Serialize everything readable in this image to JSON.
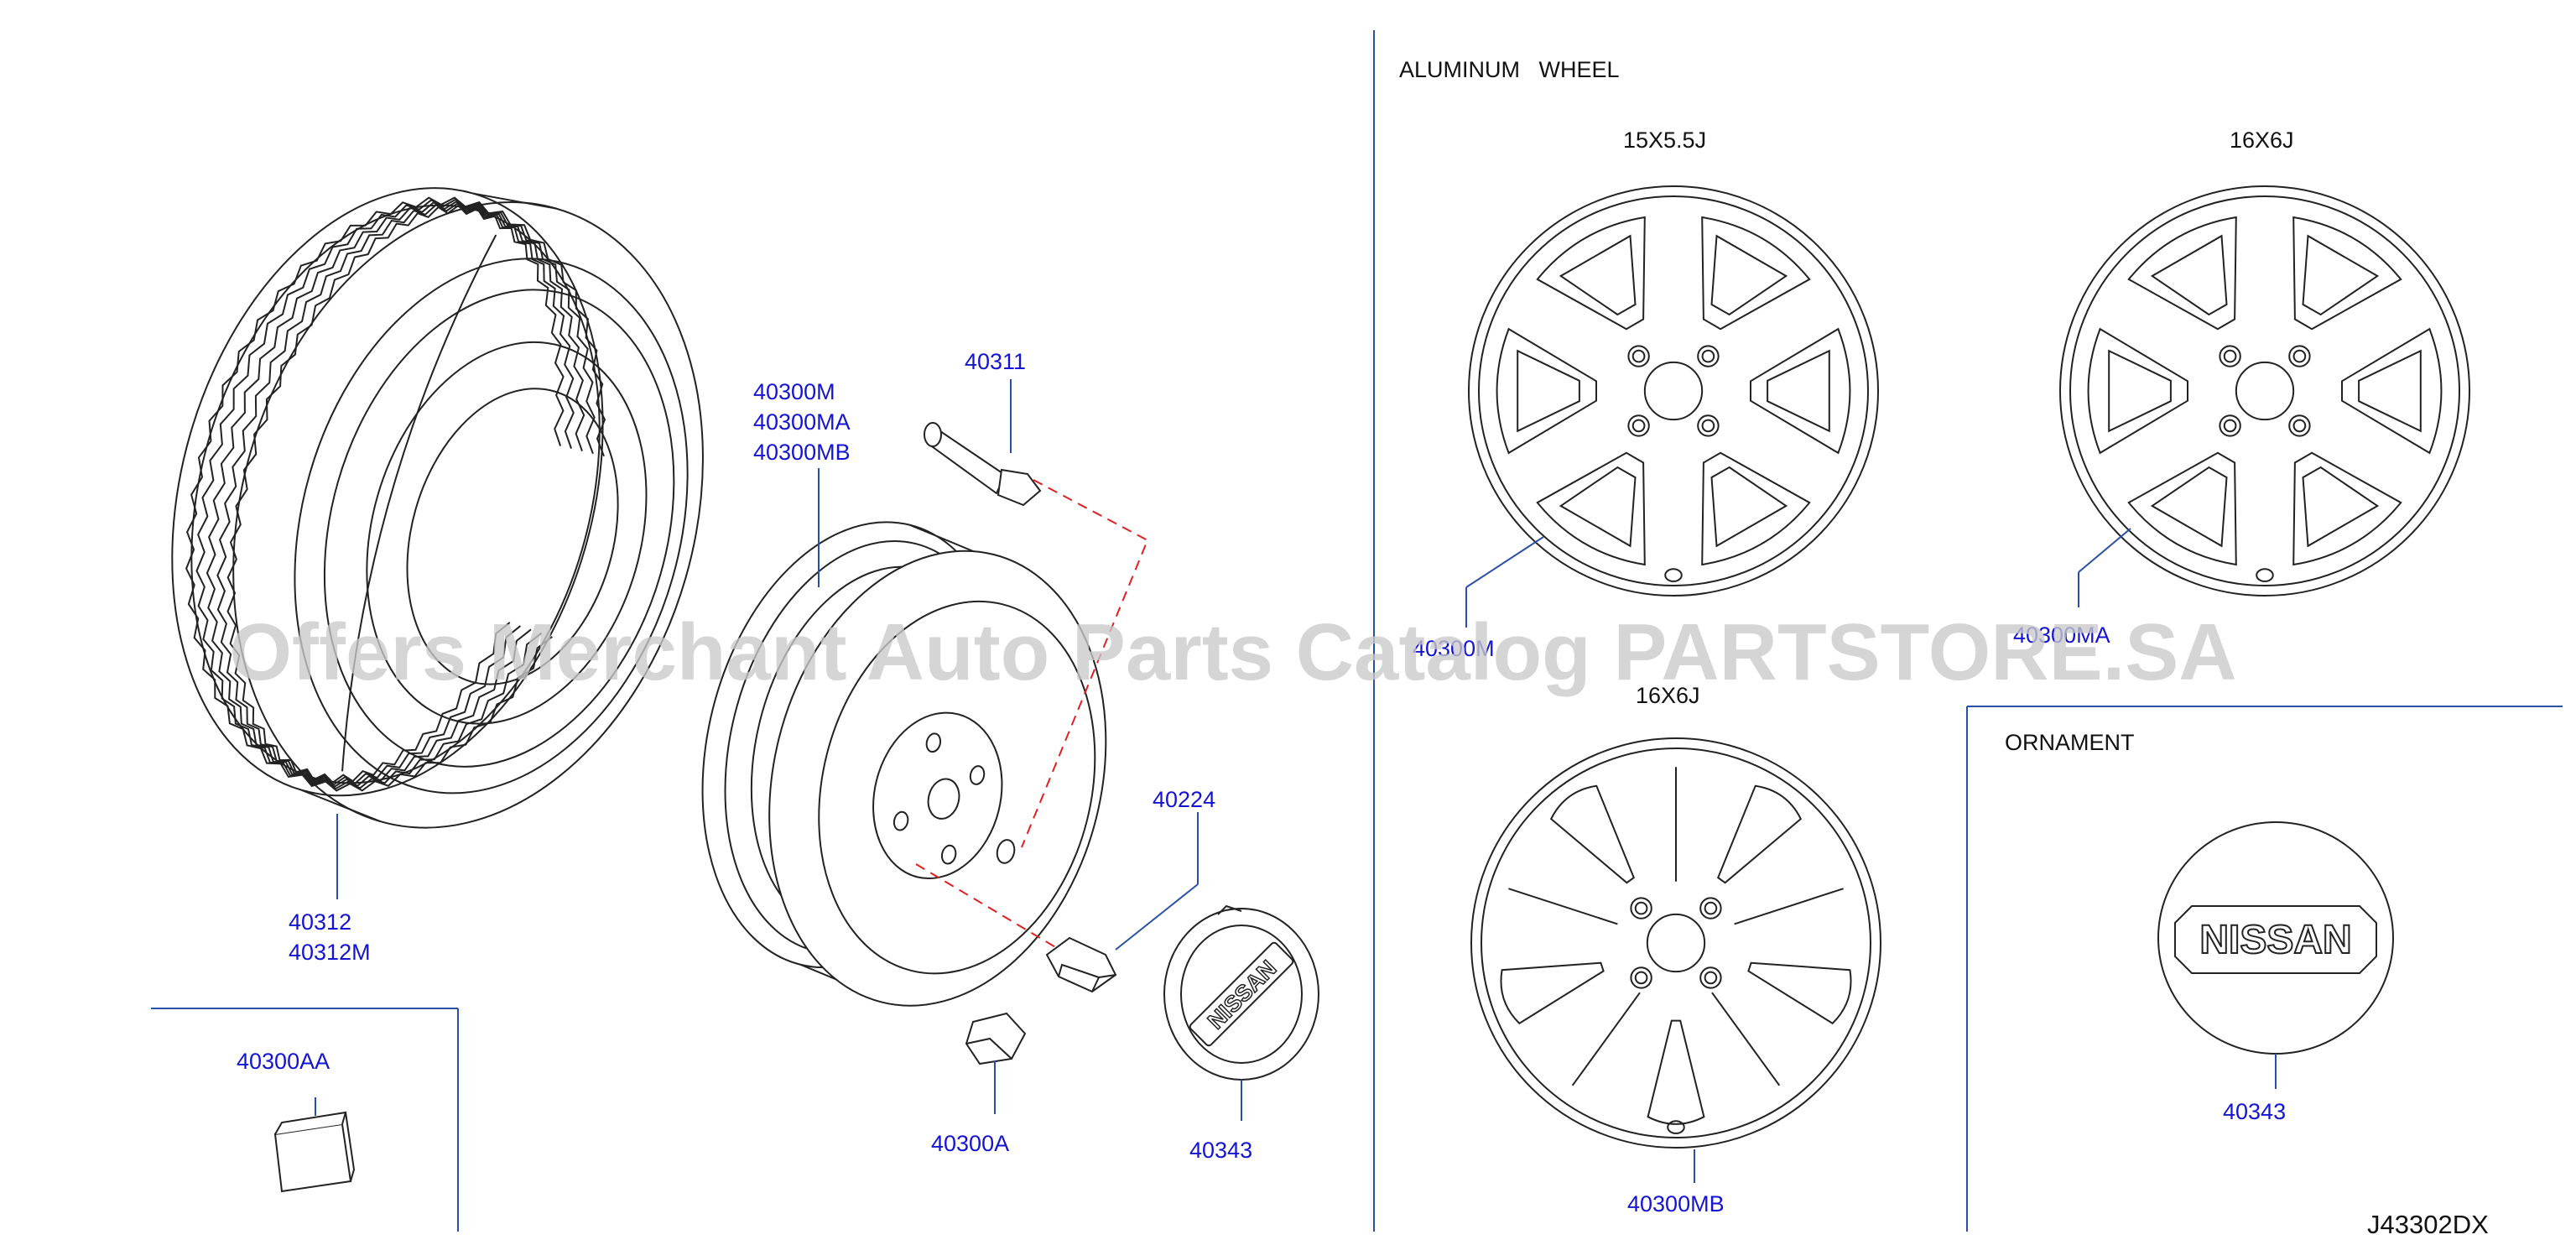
{
  "sections": {
    "aluminum_wheel": "ALUMINUM   WHEEL",
    "ornament": "ORNAMENT"
  },
  "sizes": {
    "wheel_a": "15X5.5J",
    "wheel_b": "16X6J",
    "wheel_c": "16X6J"
  },
  "part_labels": {
    "tire_1": "40312",
    "tire_2": "40312M",
    "wheel_1": "40300M",
    "wheel_2": "40300MA",
    "wheel_3": "40300MB",
    "valve": "40311",
    "nut": "40224",
    "weight": "40300A",
    "cap": "40343",
    "balance_weight": "40300AA",
    "alu_a": "40300M",
    "alu_b": "40300MA",
    "alu_c": "40300MB",
    "ornament": "40343"
  },
  "badge_text": "NISSAN",
  "diagram_code": "J43302DX",
  "watermark": "Offers Merchant Auto Parts Catalog PARTSTORE.SA"
}
